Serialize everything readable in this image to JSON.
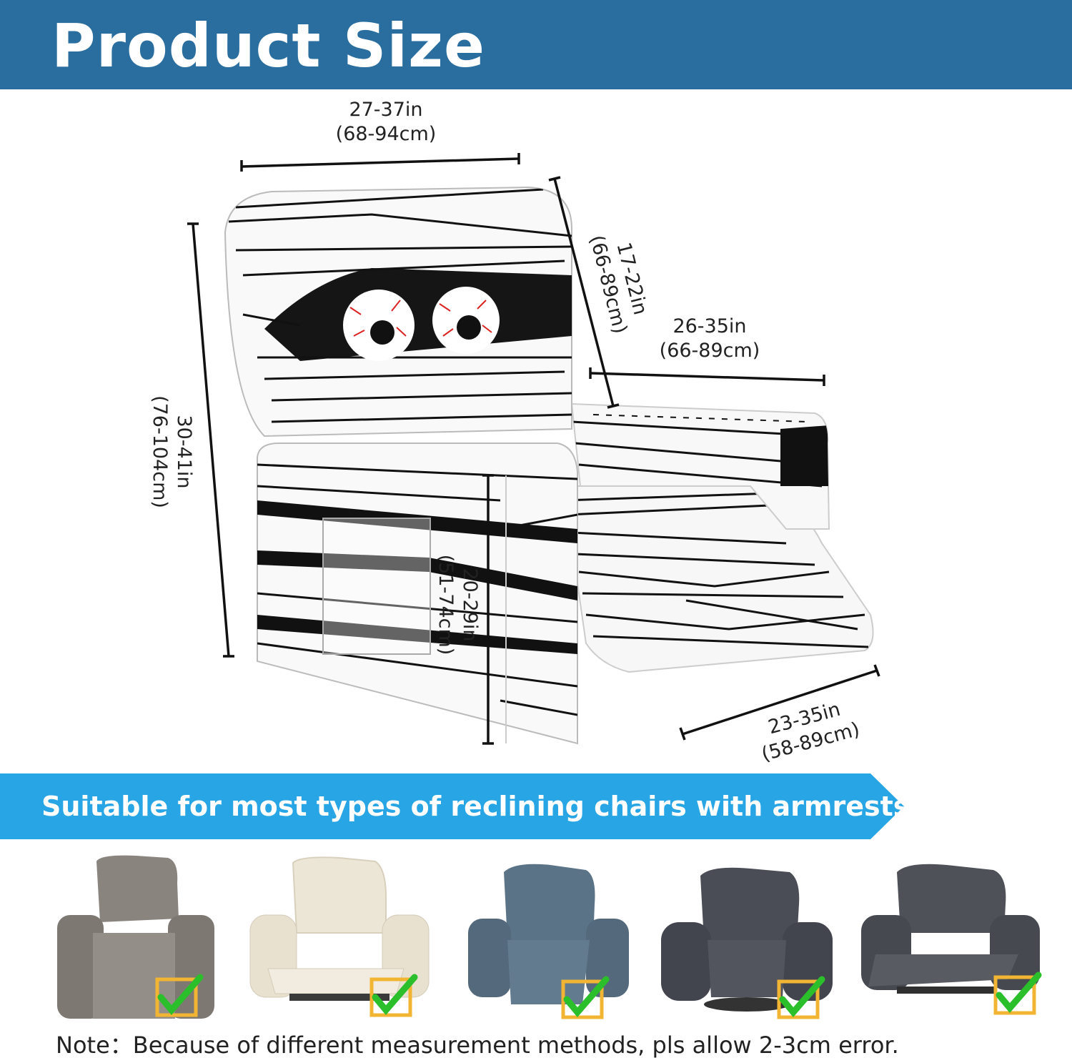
{
  "header": {
    "title": "Product Size"
  },
  "colors": {
    "header_bg": "#2a6ea0",
    "banner_bg": "#27a5e4",
    "check_box": "#f2b533",
    "check_mark": "#2bbf2b"
  },
  "dimensions": {
    "top_width": {
      "in": "27-37in",
      "cm": "(68-94cm)"
    },
    "total_height": {
      "in": "30-41in",
      "cm": "(76-104cm)"
    },
    "backrest_depth": {
      "in": "17-22in",
      "cm": "(66-89cm)"
    },
    "seat_width": {
      "in": "26-35in",
      "cm": "(66-89cm)"
    },
    "arm_height": {
      "in": "20-29in",
      "cm": "(51-74cm)"
    },
    "footrest_length": {
      "in": "23-35in",
      "cm": "(58-89cm)"
    }
  },
  "banner": {
    "text": "Suitable for most types of reclining chairs with armrests."
  },
  "chairs": [
    {
      "name": "gray fabric recliner",
      "color": "#8a847f"
    },
    {
      "name": "cream leather recliner",
      "color": "#ece6d6"
    },
    {
      "name": "blue leather recliner",
      "color": "#5b7386"
    },
    {
      "name": "dark gray rocker recliner",
      "color": "#4a4d55"
    },
    {
      "name": "charcoal power recliner",
      "color": "#4e5258"
    }
  ],
  "note": {
    "text": "Note：Because of different measurement methods, pls allow 2-3cm error."
  }
}
